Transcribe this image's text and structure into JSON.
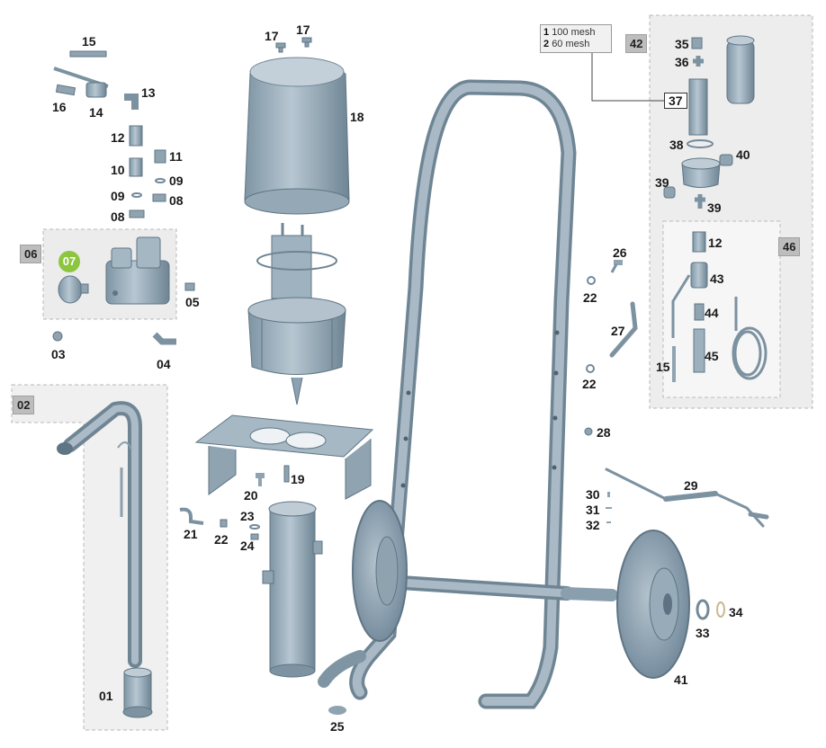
{
  "groups": {
    "g02": "02",
    "g06": "06",
    "g42": "42",
    "g46": "46"
  },
  "badge": "07",
  "mesh": {
    "row1_num": "1",
    "row1_text": "100 mesh",
    "row2_num": "2",
    "row2_text": "60 mesh"
  },
  "callout": "37",
  "labels": {
    "p01": "01",
    "p03": "03",
    "p04": "04",
    "p05": "05",
    "p08a": "08",
    "p08b": "08",
    "p09a": "09",
    "p09b": "09",
    "p10": "10",
    "p11": "11",
    "p12a": "12",
    "p12b": "12",
    "p13": "13",
    "p14": "14",
    "p15a": "15",
    "p15b": "15",
    "p16": "16",
    "p17a": "17",
    "p17b": "17",
    "p18": "18",
    "p19": "19",
    "p20": "20",
    "p21": "21",
    "p22a": "22",
    "p22b": "22",
    "p22c": "22",
    "p23": "23",
    "p24": "24",
    "p25": "25",
    "p26": "26",
    "p27": "27",
    "p28": "28",
    "p29": "29",
    "p30": "30",
    "p31": "31",
    "p32": "32",
    "p33": "33",
    "p34": "34",
    "p35": "35",
    "p36": "36",
    "p38": "38",
    "p39a": "39",
    "p39b": "39",
    "p40": "40",
    "p41": "41",
    "p43": "43",
    "p44": "44",
    "p45": "45"
  }
}
